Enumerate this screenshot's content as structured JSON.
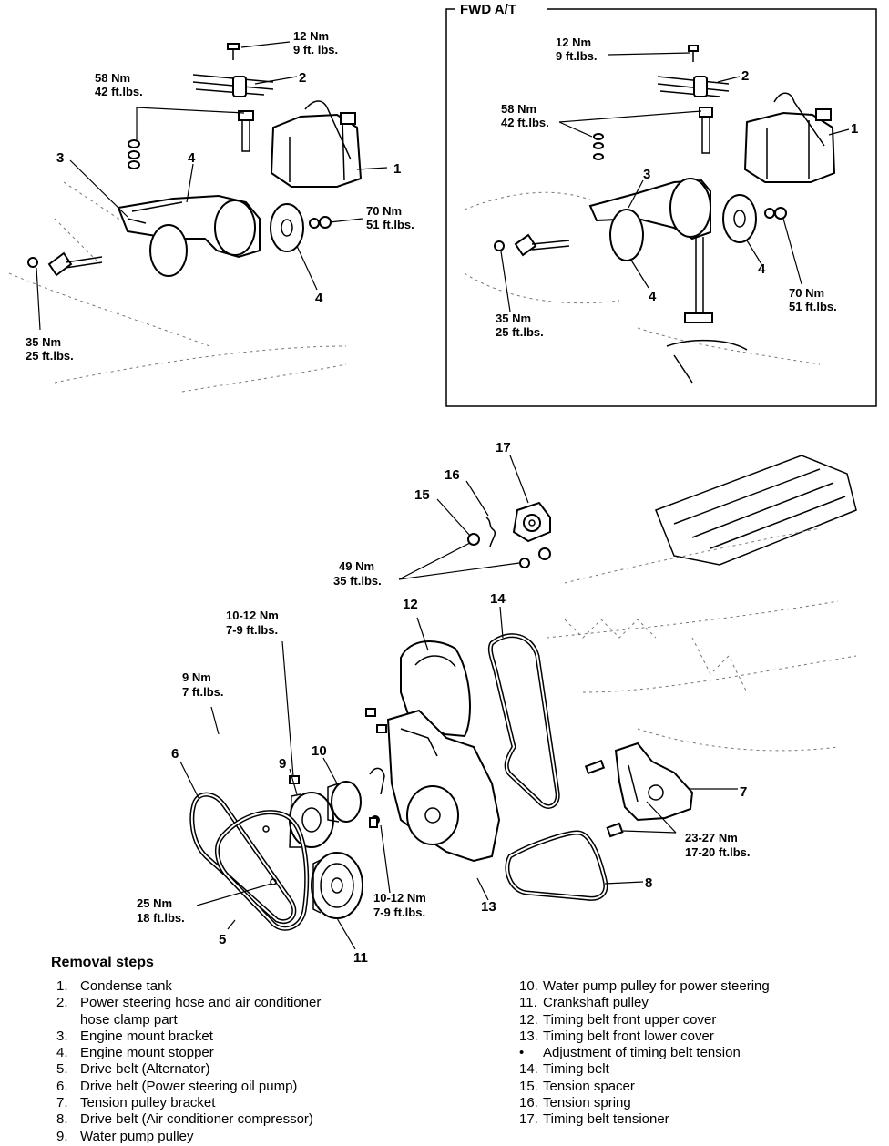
{
  "inset_title": "FWD A/T",
  "torques": {
    "t12_left": [
      "12 Nm",
      "9 ft. lbs."
    ],
    "t58_left": [
      "58 Nm",
      "42 ft.lbs."
    ],
    "t70_left": [
      "70 Nm",
      "51 ft.lbs."
    ],
    "t35_left": [
      "35 Nm",
      "25 ft.lbs."
    ],
    "t12_right": [
      "12 Nm",
      "9 ft.lbs."
    ],
    "t58_right": [
      "58 Nm",
      "42 ft.lbs."
    ],
    "t35_right": [
      "35 Nm",
      "25 ft.lbs."
    ],
    "t70_right": [
      "70 Nm",
      "51 ft.lbs."
    ],
    "t49": [
      "49 Nm",
      "35 ft.lbs."
    ],
    "t1012_top": [
      "10-12 Nm",
      "7-9 ft.lbs."
    ],
    "t9": [
      "9 Nm",
      "7 ft.lbs."
    ],
    "t25": [
      "25 Nm",
      "18 ft.lbs."
    ],
    "t1012_bot": [
      "10-12 Nm",
      "7-9 ft.lbs."
    ],
    "t2327": [
      "23-27 Nm",
      "17-20 ft.lbs."
    ]
  },
  "callouts": {
    "c1a": "1",
    "c2a": "2",
    "c3a": "3",
    "c4a": "4",
    "c4b": "4",
    "c1b": "1",
    "c2b": "2",
    "c3b": "3",
    "c4c": "4",
    "c4d": "4",
    "c17": "17",
    "c16": "16",
    "c15": "15",
    "c12": "12",
    "c14": "14",
    "c6": "6",
    "c9": "9",
    "c10": "10",
    "c7": "7",
    "c8": "8",
    "c13": "13",
    "c5": "5",
    "c11": "11"
  },
  "legend": {
    "title": "Removal steps",
    "left_steps": [
      {
        "n": "1.",
        "t": "Condense tank"
      },
      {
        "n": "2.",
        "t": "Power steering hose and air conditioner\nhose clamp part"
      },
      {
        "n": "3.",
        "t": "Engine mount bracket"
      },
      {
        "n": "4.",
        "t": "Engine mount stopper"
      },
      {
        "n": "5.",
        "t": "Drive belt (Alternator)"
      },
      {
        "n": "6.",
        "t": "Drive belt (Power steering oil pump)"
      },
      {
        "n": "7.",
        "t": "Tension pulley bracket"
      },
      {
        "n": "8.",
        "t": "Drive belt (Air conditioner compressor)"
      },
      {
        "n": "9.",
        "t": "Water pump pulley"
      }
    ],
    "right_steps": [
      {
        "n": "10.",
        "t": "Water pump pulley for power steering"
      },
      {
        "n": "11.",
        "t": "Crankshaft pulley"
      },
      {
        "n": "12.",
        "t": "Timing belt front upper cover"
      },
      {
        "n": "13.",
        "t": "Timing belt front lower cover"
      },
      {
        "n": "•",
        "t": "Adjustment of timing belt tension"
      },
      {
        "n": "14.",
        "t": "Timing belt"
      },
      {
        "n": "15.",
        "t": "Tension spacer"
      },
      {
        "n": "16.",
        "t": "Tension spring"
      },
      {
        "n": "17.",
        "t": "Timing belt tensioner"
      }
    ]
  }
}
